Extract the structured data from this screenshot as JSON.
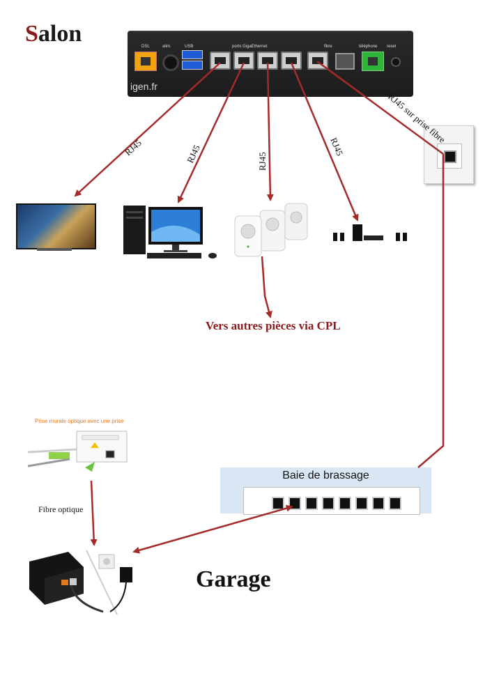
{
  "titles": {
    "salon_first": "S",
    "salon_rest": "alon",
    "garage": "Garage"
  },
  "router": {
    "labels": {
      "dsl": "DSL",
      "alim": "alim.",
      "usb": "USB",
      "ports": "ports GigaEthernet",
      "fibre": "fibre",
      "telephone": "téléphone",
      "reset": "reset"
    },
    "watermark": "igen.fr"
  },
  "links": {
    "tv": "RJ45",
    "pc": "RJ45",
    "cpl": "RJ45",
    "hometheater": "RJ45",
    "prise_fibre": "RJ45 sur prise fibre",
    "fibre_optique": "Fibre optique"
  },
  "cpl_text": "Vers autres pièces via CPL",
  "prise_garage": {
    "title": "Prise murale optique avec une prise"
  },
  "baie": {
    "title": "Baie de brassage",
    "port_count": 8
  },
  "colors": {
    "arrow": "#a52a2a",
    "title_accent": "#8b1a1a",
    "cpl_text": "#8b1a1a"
  }
}
